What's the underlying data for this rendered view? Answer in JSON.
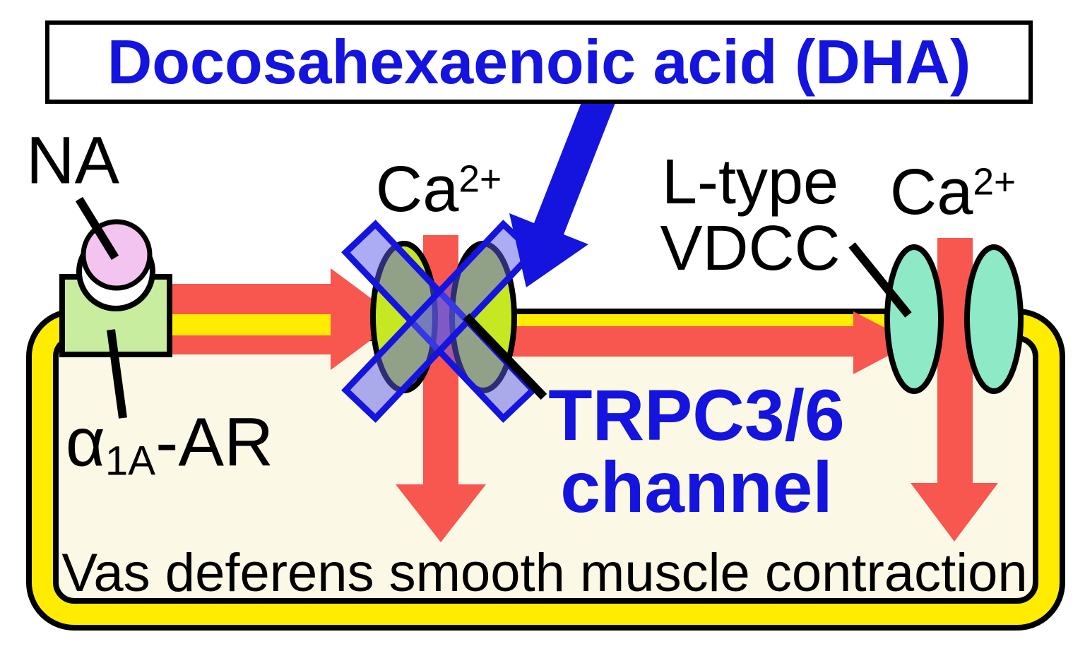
{
  "diagram": {
    "title": "Docosahexaenoic acid (DHA)",
    "labels": {
      "ligand": "NA",
      "receptor_base": "α",
      "receptor_sub": "1A",
      "receptor_suffix": "-AR",
      "ca_trpc_base": "Ca",
      "ca_trpc_sup": "2+",
      "ca_vdcc_base": "Ca",
      "ca_vdcc_sup": "2+",
      "vdcc_line1": "L-type",
      "vdcc_line2": "VDCC",
      "trpc_line1": "TRPC3/6",
      "trpc_line2": "channel",
      "outcome": "Vas deferens smooth muscle contraction"
    },
    "colors": {
      "blue": "#1414DE",
      "red": "#F8574F",
      "yellow": "#FFEC00",
      "cream": "#FBF8E6",
      "black": "#000000",
      "white": "#FFFFFF",
      "receptor_green": "#C9ED9E",
      "trpc_green": "#C6E822",
      "vdcc_teal": "#8DE9C6",
      "ligand_pink": "#F4C4F0",
      "x_overlay": "rgba(90,90,235,0.5)"
    }
  }
}
